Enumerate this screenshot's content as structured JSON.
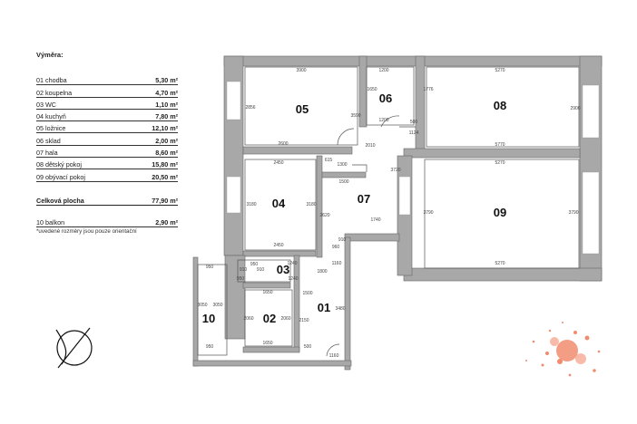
{
  "legend": {
    "title": "Výměra:",
    "rooms": [
      {
        "label": "01 chodba",
        "value": "5,30 m²"
      },
      {
        "label": "02 koupelna",
        "value": "4,70 m²"
      },
      {
        "label": "03 WC",
        "value": "1,10 m²"
      },
      {
        "label": "04 kuchyň",
        "value": "7,80 m²"
      },
      {
        "label": "05 ložnice",
        "value": "12,10 m²"
      },
      {
        "label": "06 sklad",
        "value": "2,00 m²"
      },
      {
        "label": "07 hala",
        "value": "8,60 m²"
      },
      {
        "label": "08 dětský pokoj",
        "value": "15,80 m²"
      },
      {
        "label": "09 obývací pokoj",
        "value": "20,50 m²"
      }
    ],
    "total": {
      "label": "Celková plocha",
      "value": "77,90 m²"
    },
    "balcony": {
      "label": "10 balkon",
      "value": "2,90 m²"
    },
    "note": "*uvedené rozměry jsou pouze orientační"
  },
  "plan": {
    "room_numbers": [
      "05",
      "06",
      "08",
      "04",
      "07",
      "09",
      "03",
      "01",
      "02",
      "10"
    ],
    "dimensions": [
      "3900",
      "1200",
      "5270",
      "1650",
      "1200",
      "1776",
      "2900",
      "2856",
      "3590",
      "500",
      "1124",
      "2600",
      "2010",
      "5770",
      "615",
      "1300",
      "3720",
      "2450",
      "1500",
      "5270",
      "3180",
      "3180",
      "2620",
      "1740",
      "3790",
      "3790",
      "2450",
      "910",
      "960",
      "950",
      "1240",
      "1160",
      "5270",
      "910",
      "910",
      "1800",
      "950",
      "1240",
      "1650",
      "1500",
      "3050",
      "3050",
      "2060",
      "2060",
      "2150",
      "3480",
      "500",
      "1650",
      "1160",
      "950",
      "950"
    ],
    "colors": {
      "wall": "#a8a8a8",
      "wall_edge": "#666666",
      "logo": "#f28c70"
    }
  }
}
